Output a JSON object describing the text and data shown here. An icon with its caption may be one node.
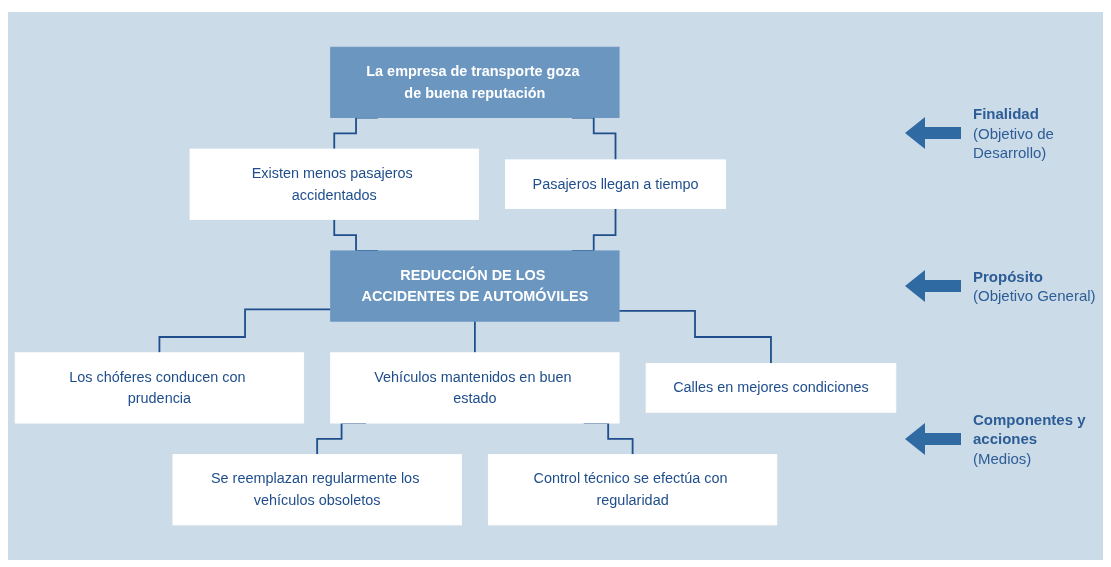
{
  "diagram": {
    "nodes": [
      {
        "text": [
          "La empresa de transporte goza de buena reputación"
        ]
      },
      {
        "text": [
          "Existen menos pasajeros accidentados"
        ]
      },
      {
        "text": [
          "Pasajeros llegan a tiempo"
        ]
      },
      {
        "text": [
          "REDUCCIÓN DE LOS ACCIDENTES DE AUTOMÓVILES"
        ]
      },
      {
        "text": [
          "Los chóferes conducen con prudencia"
        ]
      },
      {
        "text": [
          "Vehículos mantenidos en buen estado"
        ]
      },
      {
        "text": [
          "Calles en mejores condiciones"
        ]
      },
      {
        "text": [
          "Se reemplazan regularmente los vehículos obsoletos"
        ]
      },
      {
        "text": [
          "Control técnico se efectúa con regularidad"
        ]
      }
    ],
    "edges": [
      {
        "from": 0,
        "to": 1,
        "arrow": "none"
      },
      {
        "from": 0,
        "to": 2,
        "arrow": "none"
      },
      {
        "from": 1,
        "to": 3,
        "arrow": "none"
      },
      {
        "from": 2,
        "to": 3,
        "arrow": "none"
      },
      {
        "from": 3,
        "to": 4,
        "arrow": "none"
      },
      {
        "from": 3,
        "to": 5,
        "arrow": "none"
      },
      {
        "from": 3,
        "to": 6,
        "arrow": "none"
      },
      {
        "from": 5,
        "to": 7,
        "arrow": "none"
      },
      {
        "from": 5,
        "to": 8,
        "arrow": "none"
      }
    ],
    "labels": [
      "**Finalidad** (Objetivo de Desarrollo)",
      "**Propósito** (Objetivo General)",
      "**Componentes y acciones** (Medios)"
    ]
  }
}
